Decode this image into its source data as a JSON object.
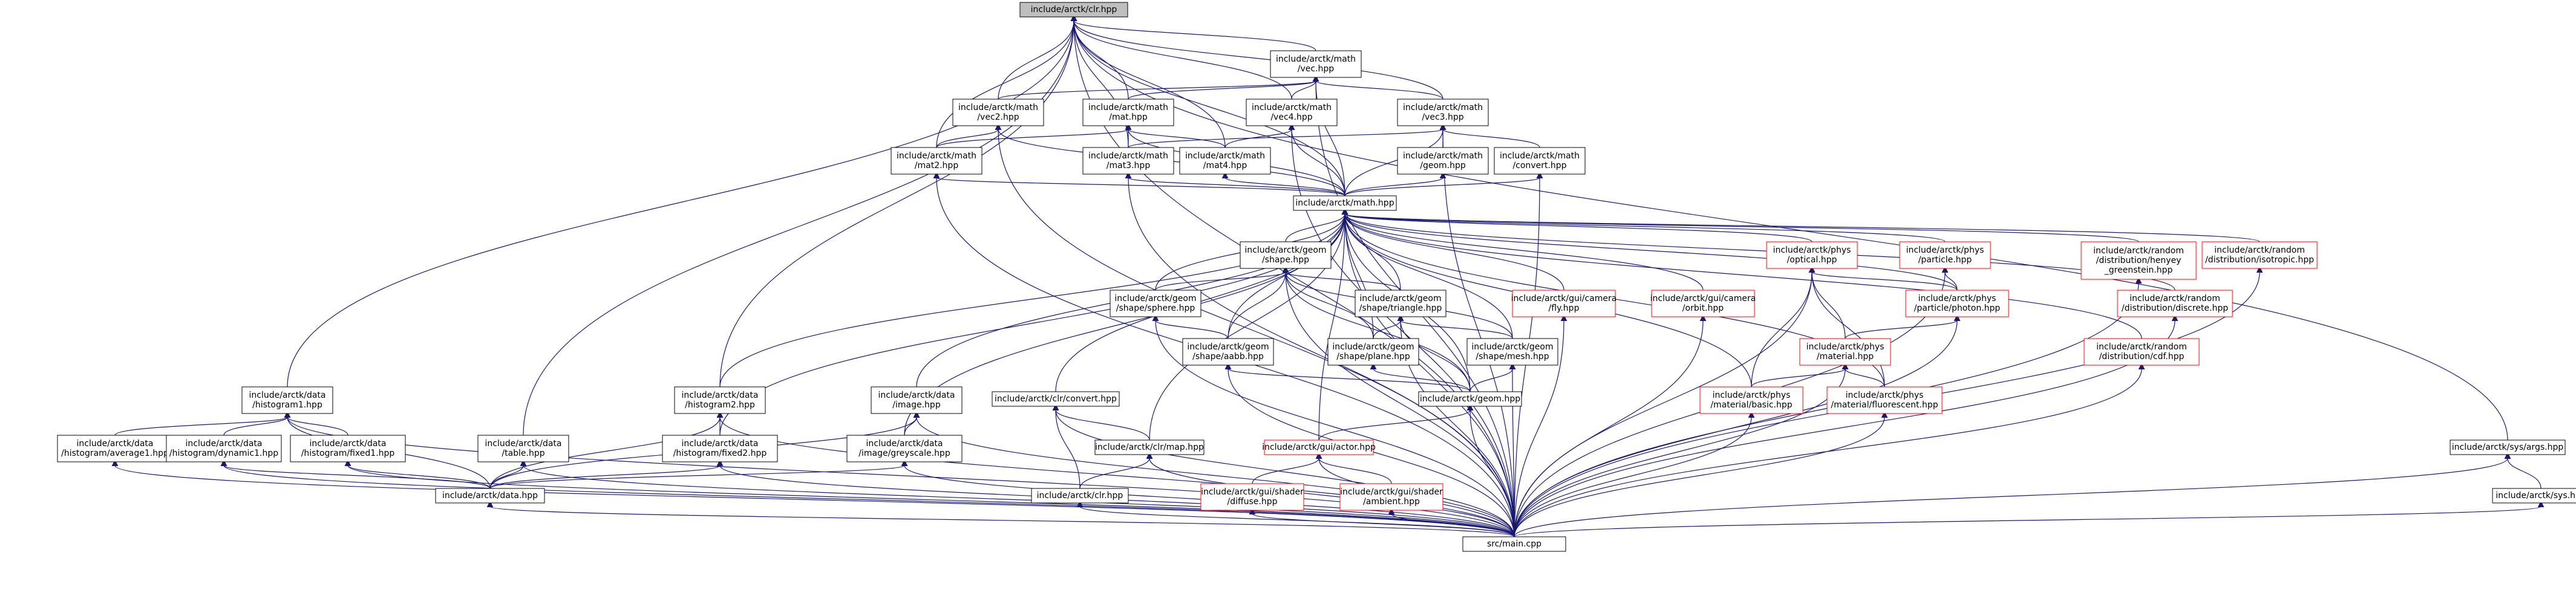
{
  "colors": {
    "edge": "#191970",
    "node_border_normal": "#000000",
    "node_border_incomplete": "#ff0000",
    "root_fill": "#bfbfbf",
    "node_fill": "#ffffff"
  },
  "nodes": [
    {
      "id": "core",
      "lines": [
        "include/arctk/clr.hpp"
      ],
      "border": "root"
    },
    {
      "id": "vec",
      "lines": [
        "include/arctk/math",
        "/vec.hpp"
      ],
      "border": "black"
    },
    {
      "id": "vec2",
      "lines": [
        "include/arctk/math",
        "/vec2.hpp"
      ],
      "border": "black"
    },
    {
      "id": "mat",
      "lines": [
        "include/arctk/math",
        "/mat.hpp"
      ],
      "border": "black"
    },
    {
      "id": "vec4",
      "lines": [
        "include/arctk/math",
        "/vec4.hpp"
      ],
      "border": "black"
    },
    {
      "id": "vec3",
      "lines": [
        "include/arctk/math",
        "/vec3.hpp"
      ],
      "border": "black"
    },
    {
      "id": "mat2",
      "lines": [
        "include/arctk/math",
        "/mat2.hpp"
      ],
      "border": "black"
    },
    {
      "id": "mat3",
      "lines": [
        "include/arctk/math",
        "/mat3.hpp"
      ],
      "border": "black"
    },
    {
      "id": "mat4",
      "lines": [
        "include/arctk/math",
        "/mat4.hpp"
      ],
      "border": "black"
    },
    {
      "id": "geom",
      "lines": [
        "include/arctk/math",
        "/geom.hpp"
      ],
      "border": "black"
    },
    {
      "id": "convert",
      "lines": [
        "include/arctk/math",
        "/convert.hpp"
      ],
      "border": "black"
    },
    {
      "id": "math",
      "lines": [
        "include/arctk/math.hpp"
      ],
      "border": "black"
    },
    {
      "id": "shape",
      "lines": [
        "include/arctk/geom",
        "/shape.hpp"
      ],
      "border": "black"
    },
    {
      "id": "optical",
      "lines": [
        "include/arctk/phys",
        "/optical.hpp"
      ],
      "border": "red"
    },
    {
      "id": "particle",
      "lines": [
        "include/arctk/phys",
        "/particle.hpp"
      ],
      "border": "red"
    },
    {
      "id": "henyey",
      "lines": [
        "include/arctk/random",
        "/distribution/henyey",
        "_greenstein.hpp"
      ],
      "border": "red"
    },
    {
      "id": "isotropic",
      "lines": [
        "include/arctk/random",
        "/distribution/isotropic.hpp"
      ],
      "border": "red"
    },
    {
      "id": "sphere",
      "lines": [
        "include/arctk/geom",
        "/shape/sphere.hpp"
      ],
      "border": "black"
    },
    {
      "id": "triangle",
      "lines": [
        "include/arctk/geom",
        "/shape/triangle.hpp"
      ],
      "border": "black"
    },
    {
      "id": "fly",
      "lines": [
        "include/arctk/gui/camera",
        "/fly.hpp"
      ],
      "border": "red"
    },
    {
      "id": "orbit",
      "lines": [
        "include/arctk/gui/camera",
        "/orbit.hpp"
      ],
      "border": "red"
    },
    {
      "id": "photon",
      "lines": [
        "include/arctk/phys",
        "/particle/photon.hpp"
      ],
      "border": "red"
    },
    {
      "id": "discrete",
      "lines": [
        "include/arctk/random",
        "/distribution/discrete.hpp"
      ],
      "border": "red"
    },
    {
      "id": "aabb",
      "lines": [
        "include/arctk/geom",
        "/shape/aabb.hpp"
      ],
      "border": "black"
    },
    {
      "id": "plane",
      "lines": [
        "include/arctk/geom",
        "/shape/plane.hpp"
      ],
      "border": "black"
    },
    {
      "id": "mesh",
      "lines": [
        "include/arctk/geom",
        "/shape/mesh.hpp"
      ],
      "border": "black"
    },
    {
      "id": "material",
      "lines": [
        "include/arctk/phys",
        "/material.hpp"
      ],
      "border": "red"
    },
    {
      "id": "cdf",
      "lines": [
        "include/arctk/random",
        "/distribution/cdf.hpp"
      ],
      "border": "red"
    },
    {
      "id": "histogram1",
      "lines": [
        "include/arctk/data",
        "/histogram1.hpp"
      ],
      "border": "black"
    },
    {
      "id": "histogram2",
      "lines": [
        "include/arctk/data",
        "/histogram2.hpp"
      ],
      "border": "black"
    },
    {
      "id": "image",
      "lines": [
        "include/arctk/data",
        "/image.hpp"
      ],
      "border": "black"
    },
    {
      "id": "clrconvert",
      "lines": [
        "include/arctk/clr/convert.hpp"
      ],
      "border": "black"
    },
    {
      "id": "geomhpp",
      "lines": [
        "include/arctk/geom.hpp"
      ],
      "border": "black"
    },
    {
      "id": "basic",
      "lines": [
        "include/arctk/phys",
        "/material/basic.hpp"
      ],
      "border": "red"
    },
    {
      "id": "fluorescent",
      "lines": [
        "include/arctk/phys",
        "/material/fluorescent.hpp"
      ],
      "border": "red"
    },
    {
      "id": "args",
      "lines": [
        "include/arctk/sys/args.hpp"
      ],
      "border": "black"
    },
    {
      "id": "average1",
      "lines": [
        "include/arctk/data",
        "/histogram/average1.hpp"
      ],
      "border": "black"
    },
    {
      "id": "dynamic1",
      "lines": [
        "include/arctk/data",
        "/histogram/dynamic1.hpp"
      ],
      "border": "black"
    },
    {
      "id": "fixed1",
      "lines": [
        "include/arctk/data",
        "/histogram/fixed1.hpp"
      ],
      "border": "black"
    },
    {
      "id": "table",
      "lines": [
        "include/arctk/data",
        "/table.hpp"
      ],
      "border": "black"
    },
    {
      "id": "fixed2",
      "lines": [
        "include/arctk/data",
        "/histogram/fixed2.hpp"
      ],
      "border": "black"
    },
    {
      "id": "greyscale",
      "lines": [
        "include/arctk/data",
        "/image/greyscale.hpp"
      ],
      "border": "black"
    },
    {
      "id": "map",
      "lines": [
        "include/arctk/clr/map.hpp"
      ],
      "border": "black"
    },
    {
      "id": "actor",
      "lines": [
        "include/arctk/gui/actor.hpp"
      ],
      "border": "red"
    },
    {
      "id": "datahpp",
      "lines": [
        "include/arctk/data.hpp"
      ],
      "border": "black"
    },
    {
      "id": "clrhpp",
      "lines": [
        "include/arctk/clr.hpp"
      ],
      "border": "black"
    },
    {
      "id": "diffuse",
      "lines": [
        "include/arctk/gui/shader",
        "/diffuse.hpp"
      ],
      "border": "red"
    },
    {
      "id": "ambient",
      "lines": [
        "include/arctk/gui/shader",
        "/ambient.hpp"
      ],
      "border": "red"
    },
    {
      "id": "syshpp",
      "lines": [
        "include/arctk/sys.hpp"
      ],
      "border": "black"
    },
    {
      "id": "main",
      "lines": [
        "src/main.cpp"
      ],
      "border": "black"
    }
  ]
}
